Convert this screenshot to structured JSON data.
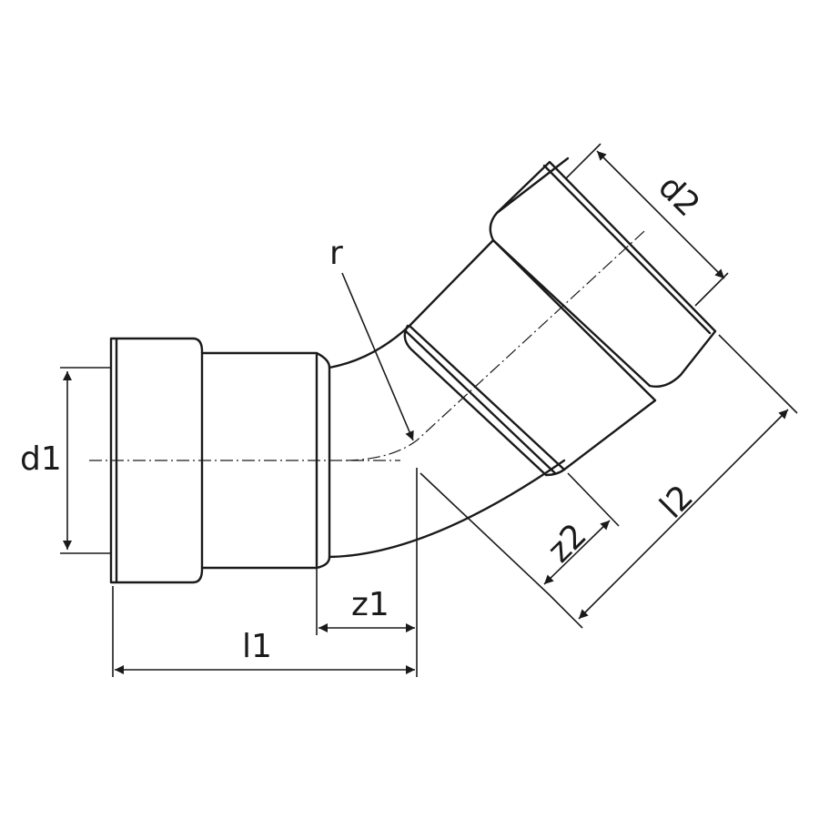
{
  "labels": {
    "d1": "d1",
    "d2": "d2",
    "r": "r",
    "z1": "z1",
    "z2": "z2",
    "l1": "l1",
    "l2": "l2"
  }
}
